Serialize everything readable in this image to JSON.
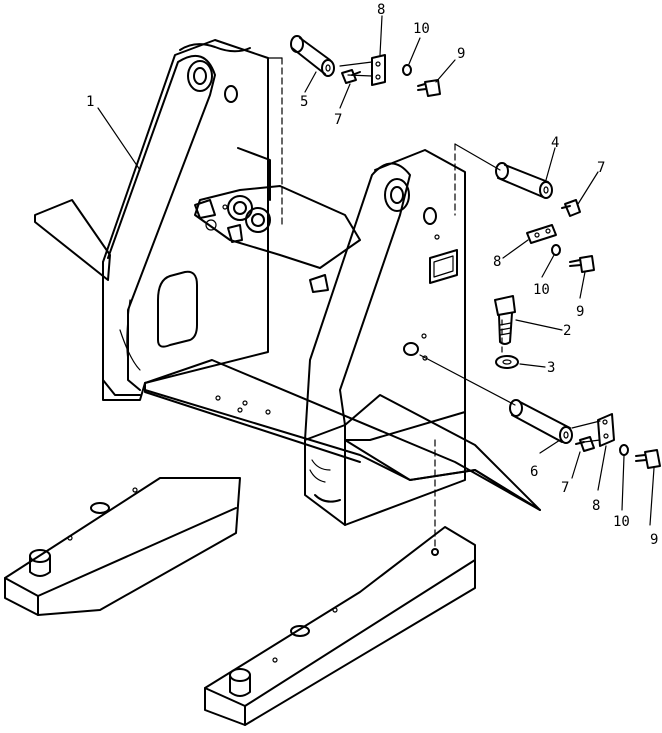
{
  "callouts": [
    {
      "id": "c1",
      "text": "1"
    },
    {
      "id": "c2",
      "text": "2"
    },
    {
      "id": "c3",
      "text": "3"
    },
    {
      "id": "c4",
      "text": "4"
    },
    {
      "id": "c5",
      "text": "5"
    },
    {
      "id": "c6",
      "text": "6"
    },
    {
      "id": "c7a",
      "text": "7"
    },
    {
      "id": "c7b",
      "text": "7"
    },
    {
      "id": "c7c",
      "text": "7"
    },
    {
      "id": "c8a",
      "text": "8"
    },
    {
      "id": "c8b",
      "text": "8"
    },
    {
      "id": "c8c",
      "text": "8"
    },
    {
      "id": "c9a",
      "text": "9"
    },
    {
      "id": "c9b",
      "text": "9"
    },
    {
      "id": "c9c",
      "text": "9"
    },
    {
      "id": "c10a",
      "text": "10"
    },
    {
      "id": "c10b",
      "text": "10"
    },
    {
      "id": "c10c",
      "text": "10"
    }
  ]
}
